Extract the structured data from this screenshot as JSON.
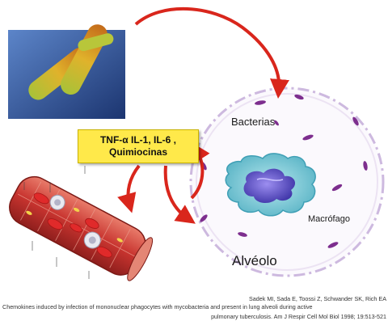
{
  "labels": {
    "bacteria": "Bacterias",
    "macrophage": "Macrófago",
    "alveolus": "Alvéolo"
  },
  "cytokine_box": {
    "line1": "TNF-α IL-1, IL-6 ,",
    "line2": "Quimiocinas"
  },
  "citation": {
    "line1": "Sadek MI, Sada E, Toossi Z, Schwander SK, Rich EA",
    "line2": "Chemokines induced by infection of mononuclear phagocytes with mycobacteria and present in lung alveoli during active",
    "line3": "pulmonary tuberculosis. Am J Respir Cell Mol Biol 1998; 19:513-521"
  },
  "colors": {
    "arrow": "#d9261c",
    "box": "#ffe94a",
    "alveolus_outline": "#c9b3dc",
    "bacteria_body": "#d7b21f",
    "bacteria_background": "#2b4b8a",
    "macrophage": "#6fc4d2",
    "vessel": "#cf3b39"
  }
}
